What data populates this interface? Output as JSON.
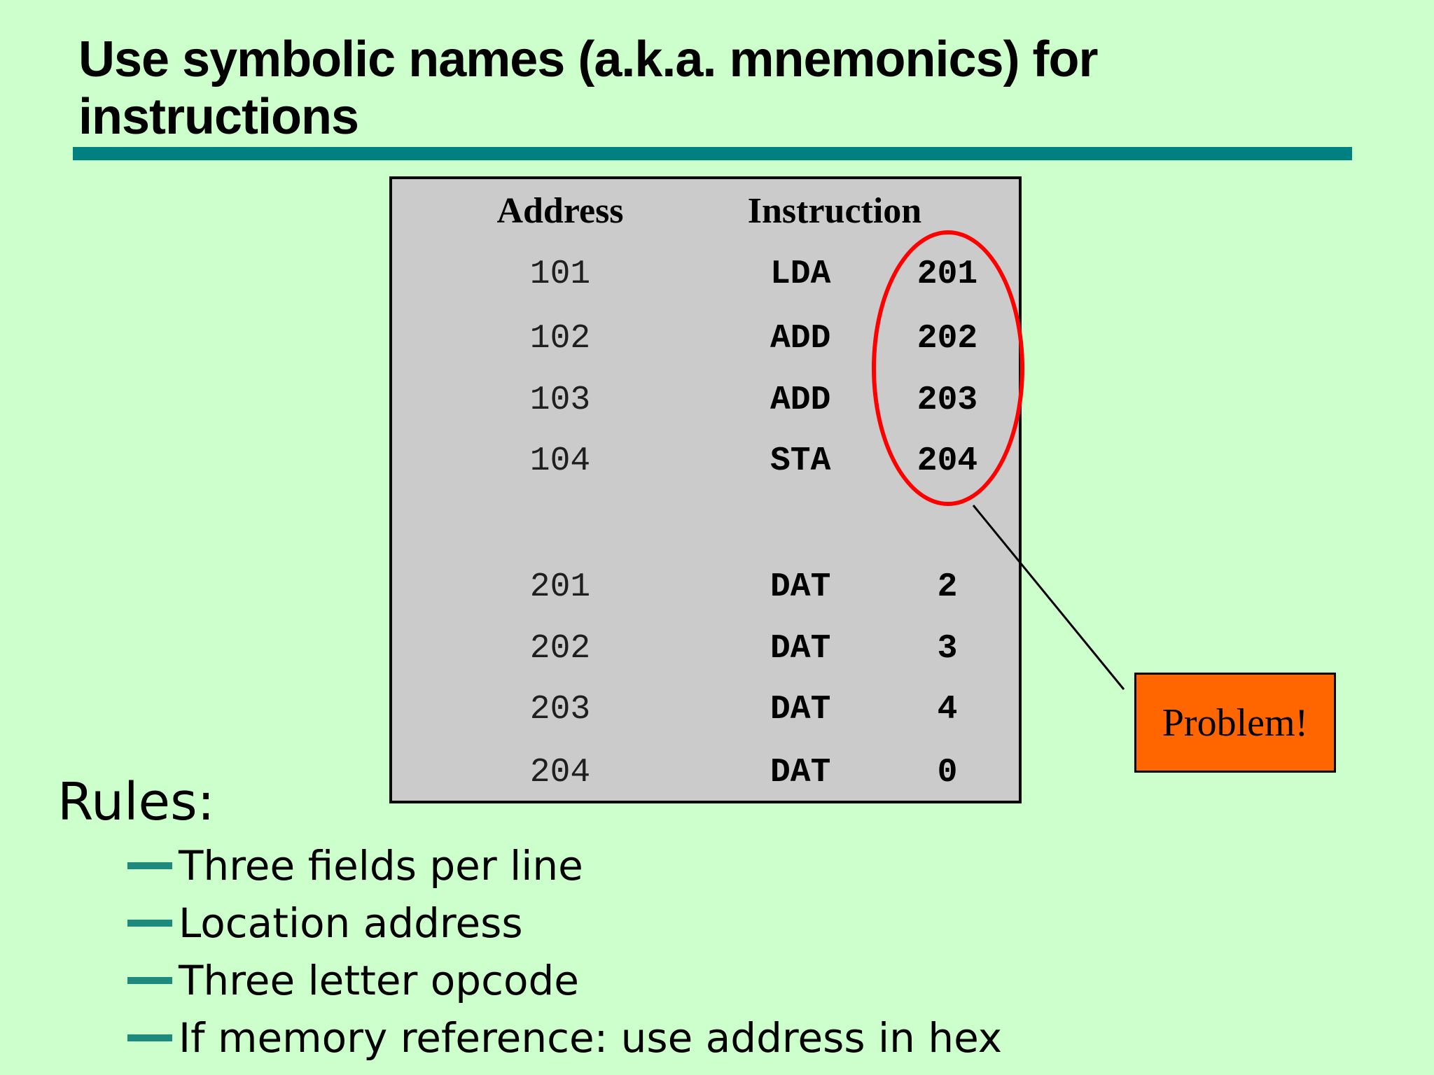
{
  "slide": {
    "title_lines": [
      "Use symbolic names (a.k.a. mnemonics) for",
      "instructions"
    ],
    "background_color": "#ccffcc",
    "divider_color": "#008080"
  },
  "table": {
    "headers": [
      "Address",
      "Instruction"
    ],
    "rows": [
      {
        "address": "101",
        "opcode": "LDA",
        "operand": "201"
      },
      {
        "address": "102",
        "opcode": "ADD",
        "operand": "202"
      },
      {
        "address": "103",
        "opcode": "ADD",
        "operand": "203"
      },
      {
        "address": "104",
        "opcode": "STA",
        "operand": "204"
      },
      {
        "address": "201",
        "opcode": "DAT",
        "operand": "2"
      },
      {
        "address": "202",
        "opcode": "DAT",
        "operand": "3"
      },
      {
        "address": "203",
        "opcode": "DAT",
        "operand": "4"
      },
      {
        "address": "204",
        "opcode": "DAT",
        "operand": "0"
      }
    ],
    "background_color": "#cbcbcb"
  },
  "annotation": {
    "callout_label": "Problem!",
    "callout_fill_color": "#ff6600",
    "ellipse_color": "#ff0000"
  },
  "rules": {
    "heading": "Rules:",
    "dash_color": "#1e8a7d",
    "items": [
      "Three fields per line",
      "Location address",
      "Three letter opcode",
      "If memory reference: use address in hex"
    ]
  }
}
